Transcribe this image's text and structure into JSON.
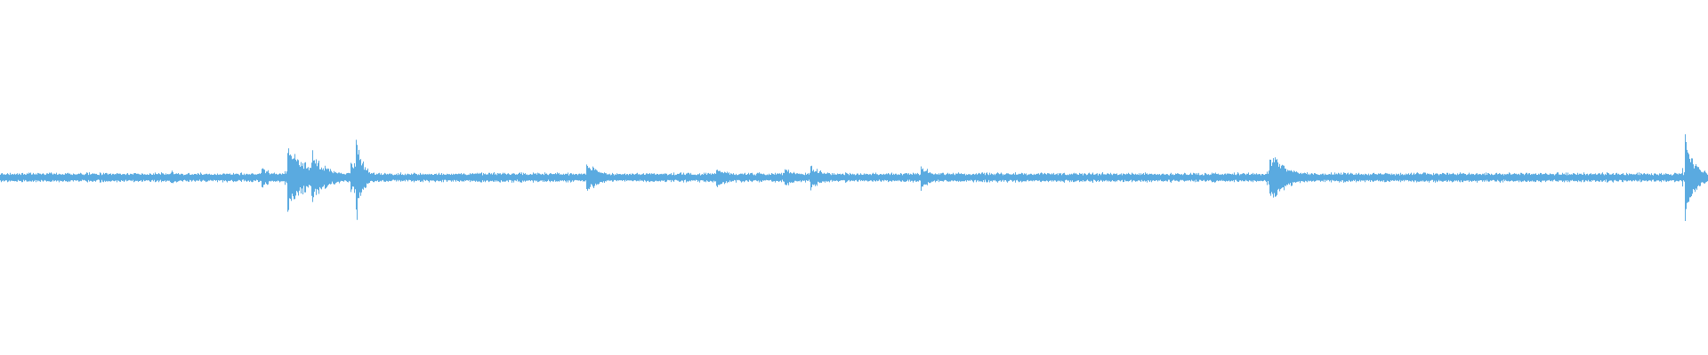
{
  "waveform": {
    "color": "#5aaae0",
    "background": "#ffffff",
    "baseline_amplitude": 0.03,
    "transients": [
      {
        "position": 0.1,
        "amplitude": 0.05,
        "decay": 0.006
      },
      {
        "position": 0.153,
        "amplitude": 0.07,
        "decay": 0.008
      },
      {
        "position": 0.168,
        "amplitude": 0.22,
        "decay": 0.012
      },
      {
        "position": 0.182,
        "amplitude": 0.17,
        "decay": 0.01
      },
      {
        "position": 0.205,
        "amplitude": 0.1,
        "decay": 0.01
      },
      {
        "position": 0.208,
        "amplitude": 0.32,
        "decay": 0.004
      },
      {
        "position": 0.343,
        "amplitude": 0.12,
        "decay": 0.008
      },
      {
        "position": 0.419,
        "amplitude": 0.08,
        "decay": 0.01
      },
      {
        "position": 0.459,
        "amplitude": 0.06,
        "decay": 0.01
      },
      {
        "position": 0.474,
        "amplitude": 0.09,
        "decay": 0.008
      },
      {
        "position": 0.539,
        "amplitude": 0.08,
        "decay": 0.008
      },
      {
        "position": 0.743,
        "amplitude": 0.16,
        "decay": 0.012
      },
      {
        "position": 0.786,
        "amplitude": 0.04,
        "decay": 0.008
      },
      {
        "position": 0.986,
        "amplitude": 0.3,
        "decay": 0.006
      }
    ]
  }
}
